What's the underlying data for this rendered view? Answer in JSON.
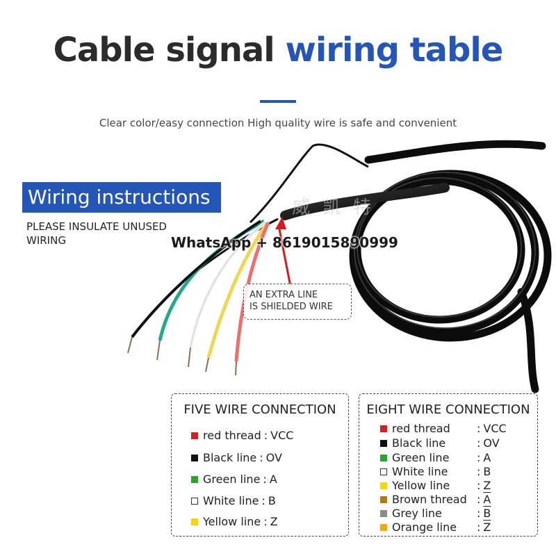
{
  "header": {
    "title_dark": "Cable signal",
    "title_blue": "wiring table",
    "subtitle": "Clear color/easy connection High quality wire is safe and convenient"
  },
  "instructions": {
    "heading": "Wiring instructions",
    "note": "PLEASE INSULATE UNUSED WIRING",
    "whatsapp": "WhatsApp + 8619015890999",
    "shield_note_line1": "AN EXTRA LINE",
    "shield_note_line2": "IS SHIELDED WIRE",
    "watermark": "威凯特"
  },
  "five_wire": {
    "title": "FIVE WIRE CONNECTION",
    "rows": [
      {
        "label": "red thread",
        "sep": ":",
        "signal": "VCC",
        "color": "#d42020"
      },
      {
        "label": "Black line",
        "sep": ":",
        "signal": "OV",
        "color": "#111111"
      },
      {
        "label": "Green line",
        "sep": ":",
        "signal": "A",
        "color": "#2aa52a"
      },
      {
        "label": "White line",
        "sep": ":",
        "signal": "B",
        "color": "#ffffff"
      },
      {
        "label": "Yellow line",
        "sep": ":",
        "signal": "Z",
        "color": "#f5d800"
      }
    ]
  },
  "eight_wire": {
    "title": "EIGHT WIRE CONNECTION",
    "rows": [
      {
        "label": "red thread",
        "sep": ":",
        "signal": "VCC",
        "color": "#d42020"
      },
      {
        "label": "Black line",
        "sep": ":",
        "signal": "OV",
        "color": "#111111"
      },
      {
        "label": "Green line",
        "sep": ":",
        "signal": "A",
        "color": "#2aa52a"
      },
      {
        "label": "White line",
        "sep": ":",
        "signal": "B",
        "color": "#ffffff"
      },
      {
        "label": "Yellow line",
        "sep": ":",
        "signal": "Z",
        "color": "#f5d800"
      },
      {
        "label": "Brown thread",
        "sep": ":",
        "signal": "A",
        "color": "#b07a10"
      },
      {
        "label": "Grey line",
        "sep": ":",
        "signal": "B",
        "color": "#8a8a8a"
      },
      {
        "label": "Orange line",
        "sep": ":",
        "signal": "Z",
        "color": "#f5a800"
      }
    ]
  }
}
